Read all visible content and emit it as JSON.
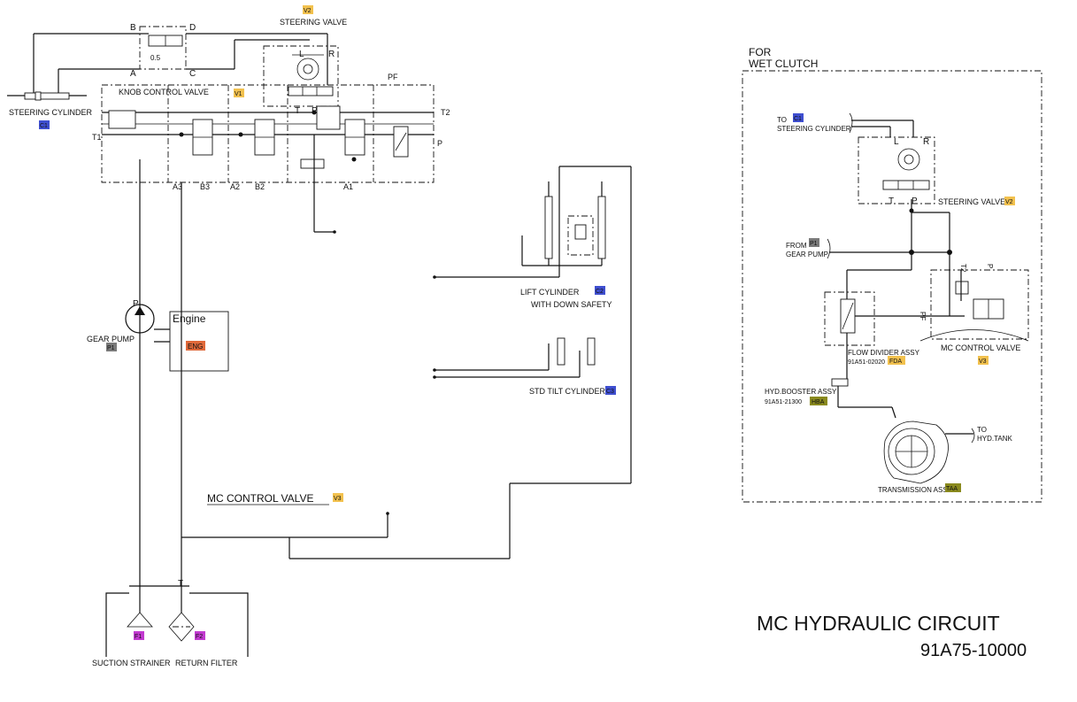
{
  "colors": {
    "line": "#111111",
    "tag_yellow": "#f2c14e",
    "tag_blue": "#3f4fd0",
    "tag_gray": "#7a7a7a",
    "tag_orange": "#e0693a",
    "tag_magenta": "#c23ad0",
    "tag_olive": "#8a8a1e"
  },
  "title": {
    "main": "MC HYDRAULIC CIRCUIT",
    "number": "91A75-10000"
  },
  "steering_valve": {
    "label": "STEERING VALVE",
    "tag": "V2"
  },
  "steering_cylinder": {
    "label": "STEERING CYLINDER",
    "tag": "C1"
  },
  "knob_control_valve": {
    "label": "KNOB CONTROL VALVE",
    "tag": "V1"
  },
  "ports": {
    "b": "B",
    "d": "D",
    "a": "A",
    "c": "C",
    "orifice": "0.5",
    "l": "L",
    "r": "R",
    "t": "T",
    "p": "P",
    "pf": "PF",
    "t1": "T1",
    "t2": "T2",
    "a1": "A1",
    "a2": "A2",
    "a3": "A3",
    "b2": "B2",
    "b3": "B3"
  },
  "engine": {
    "label": "Engine",
    "tag": "ENG"
  },
  "gear_pump": {
    "label": "GEAR PUMP",
    "tag": "P1",
    "port": "P"
  },
  "lift_cylinder": {
    "line1": "LIFT CYLINDER",
    "line2": "WITH DOWN SAFETY",
    "tag": "C2"
  },
  "tilt_cylinder": {
    "label": "STD TILT CYLINDER",
    "tag": "C3"
  },
  "mc_control_valve": {
    "label": "MC CONTROL VALVE",
    "tag": "V3"
  },
  "tank": {
    "port_t": "T",
    "suction_strainer": {
      "label": "SUCTION STRAINER",
      "tag": "F1"
    },
    "return_filter": {
      "label": "RETURN FILTER",
      "tag": "F2"
    }
  },
  "wet_clutch": {
    "header_line1": "FOR",
    "header_line2": "WET CLUTCH",
    "to_steering": {
      "line1": "TO",
      "line2": "STEERING CYLINDER",
      "tag": "C1"
    },
    "steering_valve": {
      "label": "STEERING VALVE",
      "tag": "V2"
    },
    "from_pump": {
      "line1": "FROM",
      "line2": "GEAR PUMP",
      "tag": "P1"
    },
    "flow_divider": {
      "line1": "FLOW DIVIDER ASSY",
      "line2": "91A51-02020",
      "tag": "FDA"
    },
    "mc_valve": {
      "label": "MC CONTROL VALVE",
      "tag": "V3"
    },
    "booster": {
      "line1": "HYD.BOOSTER ASSY",
      "line2": "91A51-21300",
      "tag": "HBA"
    },
    "to_tank": {
      "line1": "TO",
      "line2": "HYD.TANK"
    },
    "transmission": {
      "label": "TRANSMISSION ASSY",
      "tag": "TAA"
    },
    "ports": {
      "l": "L",
      "r": "R",
      "t": "T",
      "p": "P",
      "t2": "T2",
      "p2": "P",
      "pf": "PF"
    }
  }
}
